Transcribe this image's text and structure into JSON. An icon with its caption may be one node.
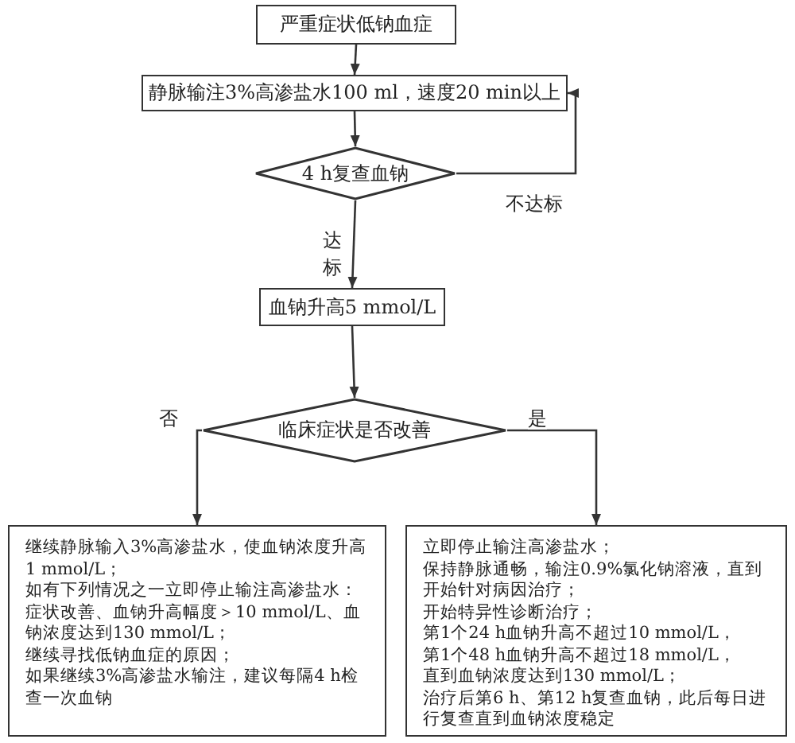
{
  "diagram": {
    "nodes": [
      {
        "text": [
          "严重症状低钠血症"
        ]
      },
      {
        "text": [
          "静脉输注3%高渗盐水100 ml，速度20 min以上"
        ]
      },
      {
        "text": [
          "4 h复查血钠"
        ]
      },
      {
        "text": [
          "血钠升高5 mmol/L"
        ]
      },
      {
        "text": [
          "临床症状是否改善"
        ]
      },
      {
        "text": [
          "继续静脉输入3%高渗盐水，使血钠浓度升高1 mmol/L；",
          "如有下列情况之一立即停止输注高渗盐水：",
          "症状改善、血钠升高幅度＞10 mmol/L、血钠浓度达到130 mmol/L；",
          "继续寻找低钠血症的原因；",
          "如果继续3%高渗盐水输注，建议每隔4 h检查一次血钠"
        ]
      },
      {
        "text": [
          "立即停止输注高渗盐水；",
          "保持静脉通畅，输注0.9%氯化钠溶液，直到开始针对病因治疗；",
          "开始特异性诊断治疗；",
          "第1个24 h血钠升高不超过10 mmol/L，",
          "第1个48 h血钠升高不超过18 mmol/L，",
          "直到血钠浓度达到130 mmol/L；",
          "治疗后第6 h、第12 h复查血钠，此后每日进行复查直到血钠浓度稳定"
        ]
      }
    ],
    "edges": [
      {
        "from": 0,
        "to": 1,
        "arrow": "to"
      },
      {
        "from": 1,
        "to": 2,
        "arrow": "to"
      },
      {
        "from": 2,
        "to": 1,
        "arrow": "to",
        "label": "不达标"
      },
      {
        "from": 2,
        "to": 3,
        "arrow": "to",
        "label": "达标"
      },
      {
        "from": 3,
        "to": 4,
        "arrow": "to"
      },
      {
        "from": 4,
        "to": 5,
        "arrow": "to",
        "label": "否"
      },
      {
        "from": 4,
        "to": 6,
        "arrow": "to",
        "label": "是"
      }
    ]
  }
}
